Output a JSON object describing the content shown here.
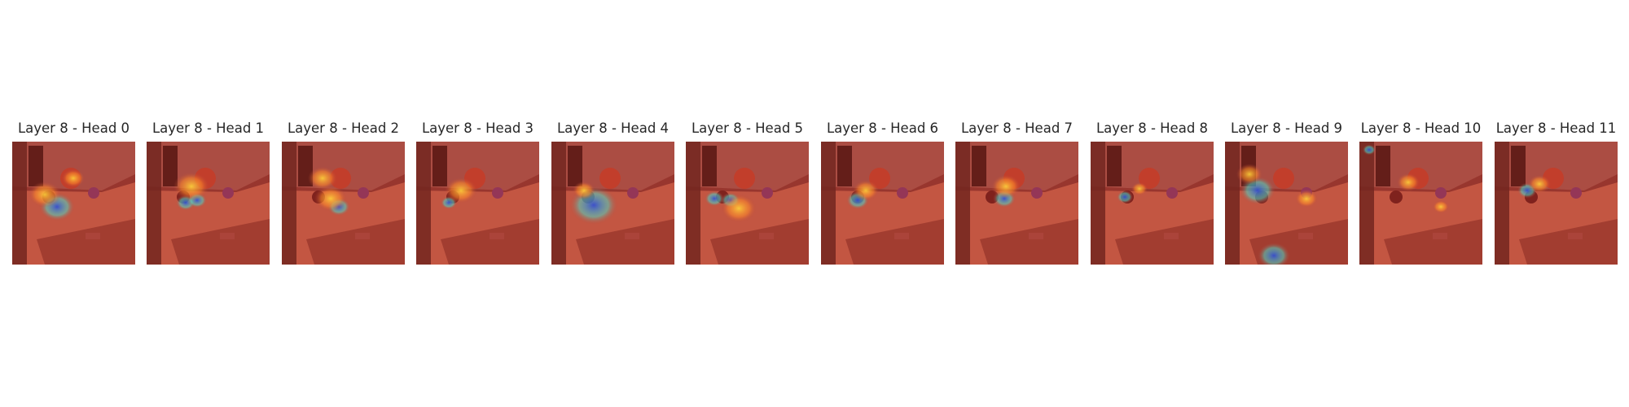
{
  "figure": {
    "panels": [
      {
        "title": "Layer 8 - Head 0",
        "image": "attention-heatmap"
      },
      {
        "title": "Layer 8 - Head 1",
        "image": "attention-heatmap"
      },
      {
        "title": "Layer 8 - Head 2",
        "image": "attention-heatmap"
      },
      {
        "title": "Layer 8 - Head 3",
        "image": "attention-heatmap"
      },
      {
        "title": "Layer 8 - Head 4",
        "image": "attention-heatmap"
      },
      {
        "title": "Layer 8 - Head 5",
        "image": "attention-heatmap"
      },
      {
        "title": "Layer 8 - Head 6",
        "image": "attention-heatmap"
      },
      {
        "title": "Layer 8 - Head 7",
        "image": "attention-heatmap"
      },
      {
        "title": "Layer 8 - Head 8",
        "image": "attention-heatmap"
      },
      {
        "title": "Layer 8 - Head 9",
        "image": "attention-heatmap"
      },
      {
        "title": "Layer 8 - Head 10",
        "image": "attention-heatmap"
      },
      {
        "title": "Layer 8 - Head 11",
        "image": "attention-heatmap"
      }
    ],
    "colors": {
      "base": "#b5453a",
      "hot": "#ffd23a",
      "cool": "#2f4fd8"
    }
  }
}
